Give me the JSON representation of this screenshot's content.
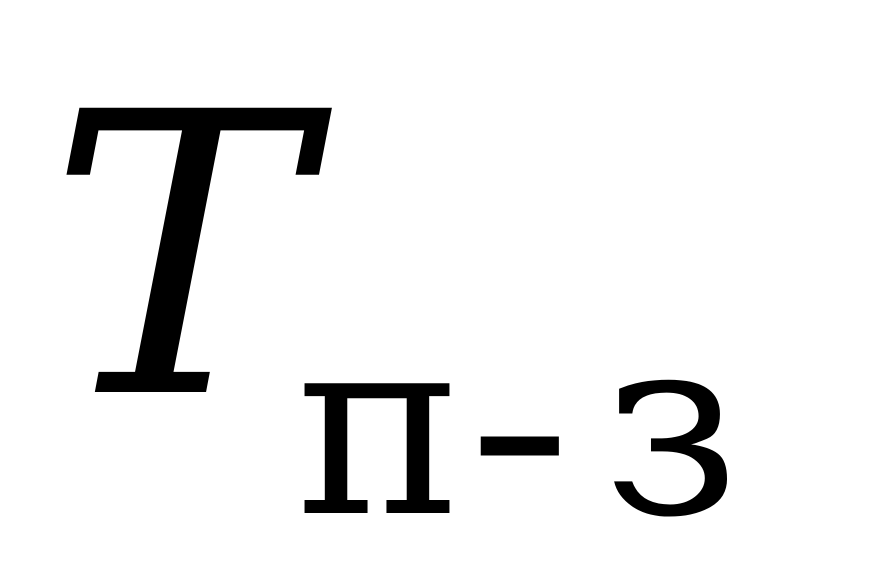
{
  "formula": {
    "main_symbol": "T",
    "subscript": {
      "first": "п",
      "separator": "-",
      "second": "з"
    }
  },
  "colors": {
    "background": "#ffffff",
    "text": "#000000"
  }
}
